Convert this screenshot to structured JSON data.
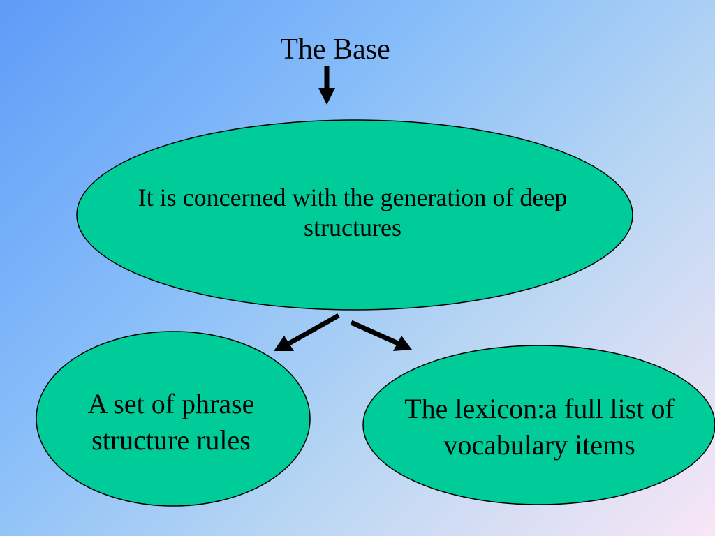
{
  "title": "The Base",
  "nodes": {
    "top": "It is concerned with the generation of deep structures",
    "left": "A set of phrase structure rules",
    "right": "The lexicon:a full list of vocabulary items"
  },
  "colors": {
    "node_fill": "#00cc99",
    "node_stroke": "#000000",
    "arrow": "#000000"
  }
}
